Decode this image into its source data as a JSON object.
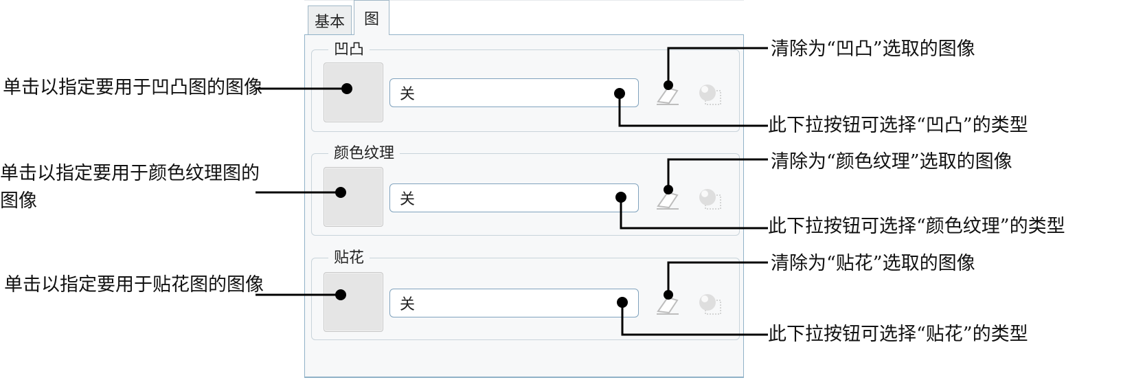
{
  "tabs": [
    {
      "label": "基本",
      "active": false
    },
    {
      "label": "图",
      "active": true
    }
  ],
  "groups": [
    {
      "title": "凹凸",
      "dropdown_value": "关",
      "left_note": "单击以指定要用于凹凸图的图像",
      "clear_note": "清除为“凹凸”选取的图像",
      "dropdown_note": "此下拉按钮可选择“凹凸”的类型"
    },
    {
      "title": "颜色纹理",
      "dropdown_value": "关",
      "left_note": "单击以指定要用于颜色纹理图的图像",
      "clear_note": "清除为“颜色纹理”选取的图像",
      "dropdown_note": "此下拉按钮可选择“颜色纹理”的类型"
    },
    {
      "title": "贴花",
      "dropdown_value": "关",
      "left_note": "单击以指定要用于贴花图的图像",
      "clear_note": "清除为“贴花”选取的图像",
      "dropdown_note": "此下拉按钮可选择“贴花”的类型"
    }
  ],
  "icons": {
    "clear": "eraser-icon",
    "preview": "sphere-icon"
  },
  "colors": {
    "panel_border": "#8fb1c7",
    "dropdown_border": "#7fa2bd",
    "swatch_fill": "#e5e5e5"
  }
}
